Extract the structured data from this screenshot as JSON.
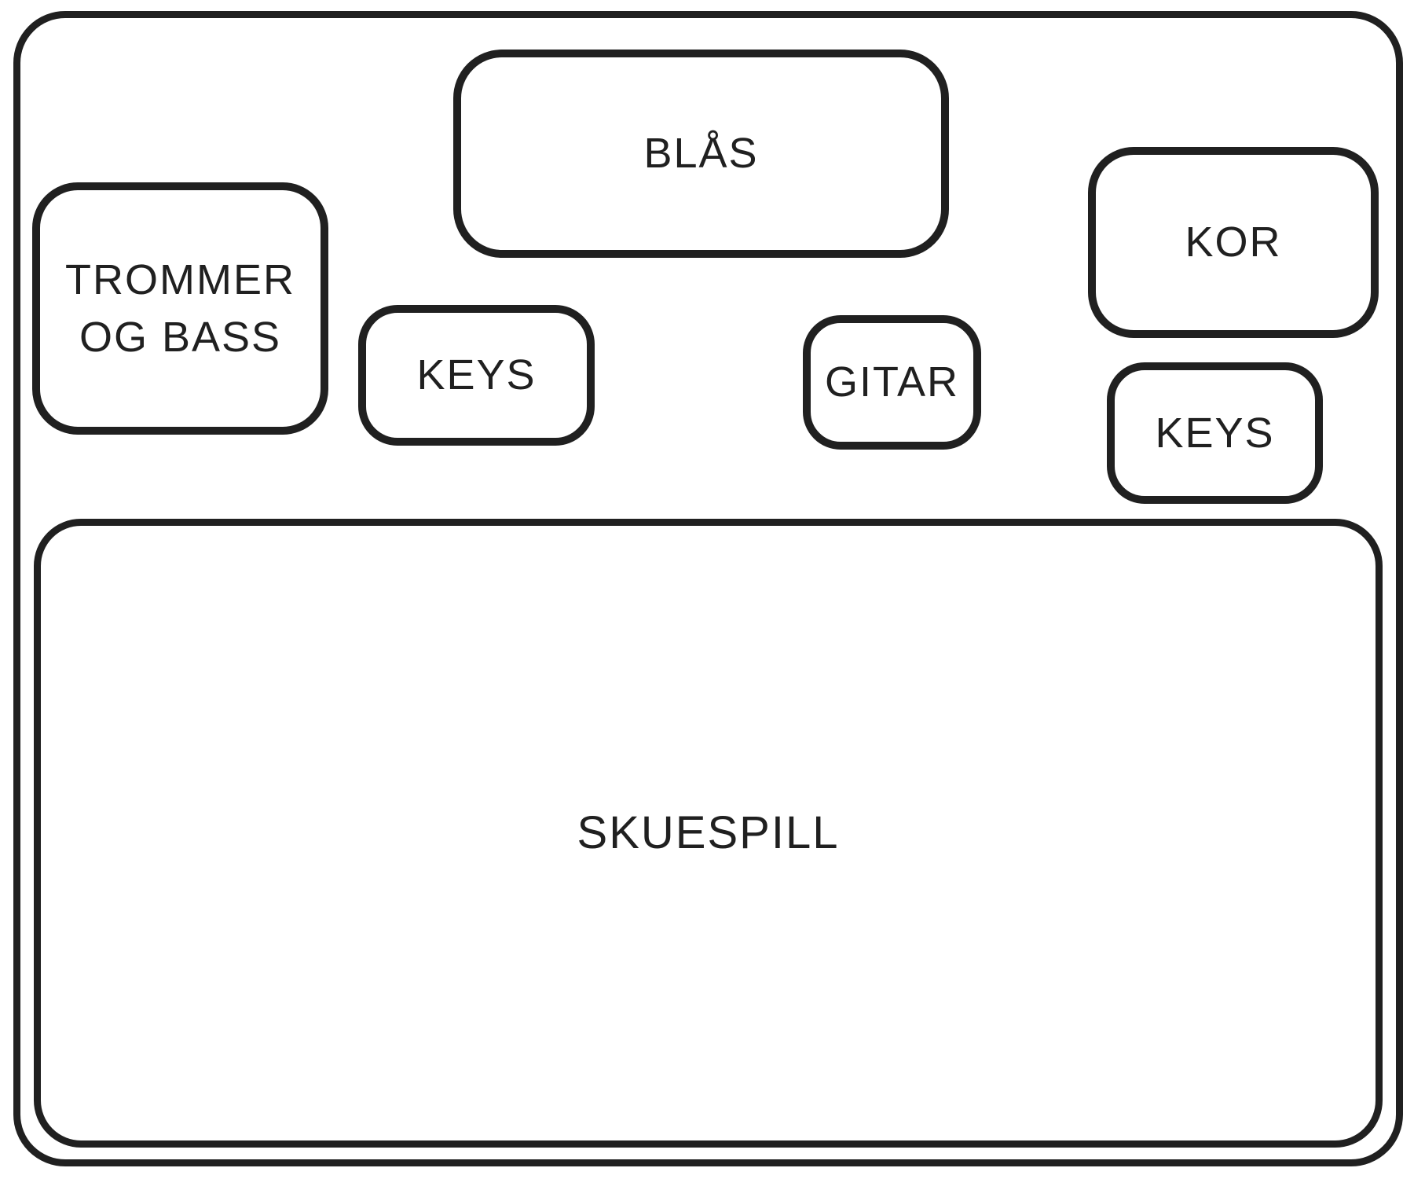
{
  "diagram": {
    "type": "stage-plot",
    "background_color": "#ffffff",
    "stroke_color": "#202020",
    "text_color": "#202020",
    "boxes": {
      "blas": {
        "label": "BLÅS"
      },
      "trommer_og_bass": {
        "line1": "TROMMER",
        "line2": "OG BASS"
      },
      "keys_left": {
        "label": "KEYS"
      },
      "gitar": {
        "label": "GITAR"
      },
      "kor": {
        "label": "KOR"
      },
      "keys_right": {
        "label": "KEYS"
      },
      "skuespill": {
        "label": "SKUESPILL"
      }
    }
  }
}
